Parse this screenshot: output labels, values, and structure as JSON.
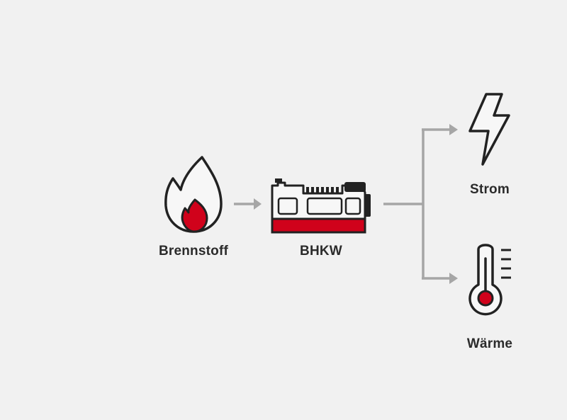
{
  "nodes": {
    "fuel": {
      "label": "Brennstoff",
      "icon": "flame-icon"
    },
    "chp": {
      "label": "BHKW",
      "icon": "engine-icon"
    },
    "power": {
      "label": "Strom",
      "icon": "lightning-bolt-icon"
    },
    "heat": {
      "label": "Wärme",
      "icon": "thermometer-icon"
    }
  },
  "colors": {
    "background": "#f1f1f1",
    "outline": "#222222",
    "accent": "#d0021b",
    "arrow": "#a6a6a6",
    "label": "#2b2b2b"
  }
}
